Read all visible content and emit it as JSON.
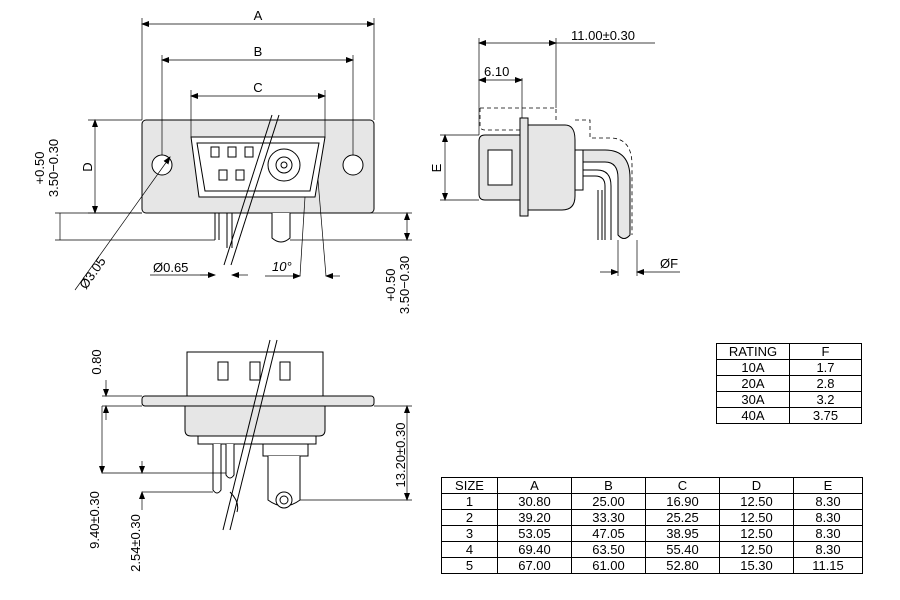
{
  "labels": {
    "a": "A",
    "b": "B",
    "c": "C",
    "d": "D",
    "e": "E",
    "f_dim": "ØF",
    "width_11": "11.00±0.30",
    "width_610": "6.10",
    "hole_dia": "Ø3.05",
    "pin_dia": "Ø0.65",
    "angle": "10°",
    "tol_plus_left": "+0.50",
    "tol_base_left": "3.50−0.30",
    "tol_plus_right": "+0.50",
    "tol_base_right": "3.50−0.30",
    "h_080": "0.80",
    "h_1320": "13.20±0.30",
    "h_940": "9.40±0.30",
    "h_254": "2.54±0.30"
  },
  "rating_table": {
    "headers": [
      "RATING",
      "F"
    ],
    "rows": [
      [
        "10A",
        "1.7"
      ],
      [
        "20A",
        "2.8"
      ],
      [
        "30A",
        "3.2"
      ],
      [
        "40A",
        "3.75"
      ]
    ]
  },
  "size_table": {
    "headers": [
      "SIZE",
      "A",
      "B",
      "C",
      "D",
      "E"
    ],
    "rows": [
      [
        "1",
        "30.80",
        "25.00",
        "16.90",
        "12.50",
        "8.30"
      ],
      [
        "2",
        "39.20",
        "33.30",
        "25.25",
        "12.50",
        "8.30"
      ],
      [
        "3",
        "53.05",
        "47.05",
        "38.95",
        "12.50",
        "8.30"
      ],
      [
        "4",
        "69.40",
        "63.50",
        "55.40",
        "12.50",
        "8.30"
      ],
      [
        "5",
        "67.00",
        "61.00",
        "52.80",
        "15.30",
        "11.15"
      ]
    ]
  }
}
